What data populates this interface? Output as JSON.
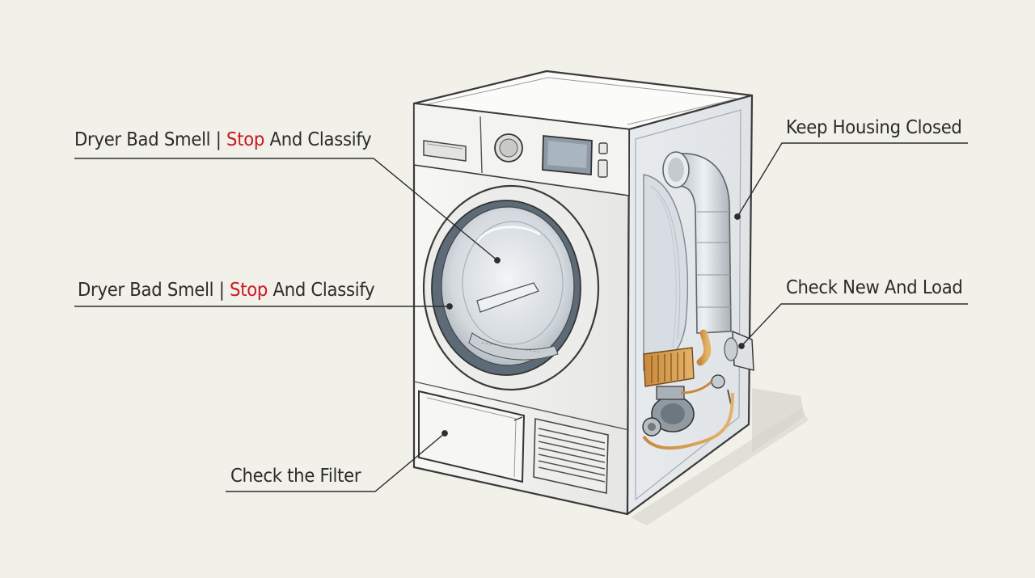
{
  "callouts": {
    "smell_top": {
      "prefix": "Dryer Bad Smell | ",
      "accent": "Stop",
      "suffix": " And Classify"
    },
    "smell_mid": {
      "prefix": "Dryer Bad Smell | ",
      "accent": "Stop",
      "suffix": " And Classify"
    },
    "filter": {
      "text": "Check the Filter"
    },
    "housing": {
      "text": "Keep Housing Closed"
    },
    "load": {
      "text": "Check New And Load"
    }
  },
  "colors": {
    "background": "#f1f0e9",
    "accent": "#c8191f",
    "ink": "#2b2b2b"
  }
}
